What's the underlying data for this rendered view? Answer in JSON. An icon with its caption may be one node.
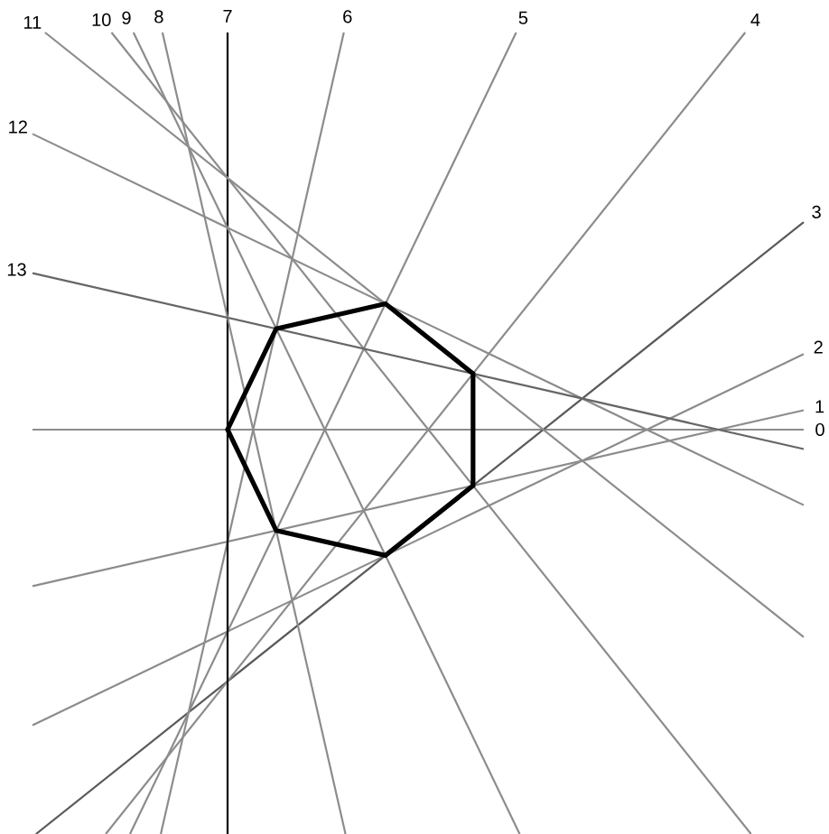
{
  "diagram": {
    "nodes": [
      {
        "text": [],
        "shape": "heptagon"
      }
    ],
    "labels": [
      "0",
      "1",
      "2",
      "3",
      "4",
      "5",
      "6",
      "7",
      "8",
      "9",
      "10",
      "11",
      "12",
      "13"
    ]
  }
}
